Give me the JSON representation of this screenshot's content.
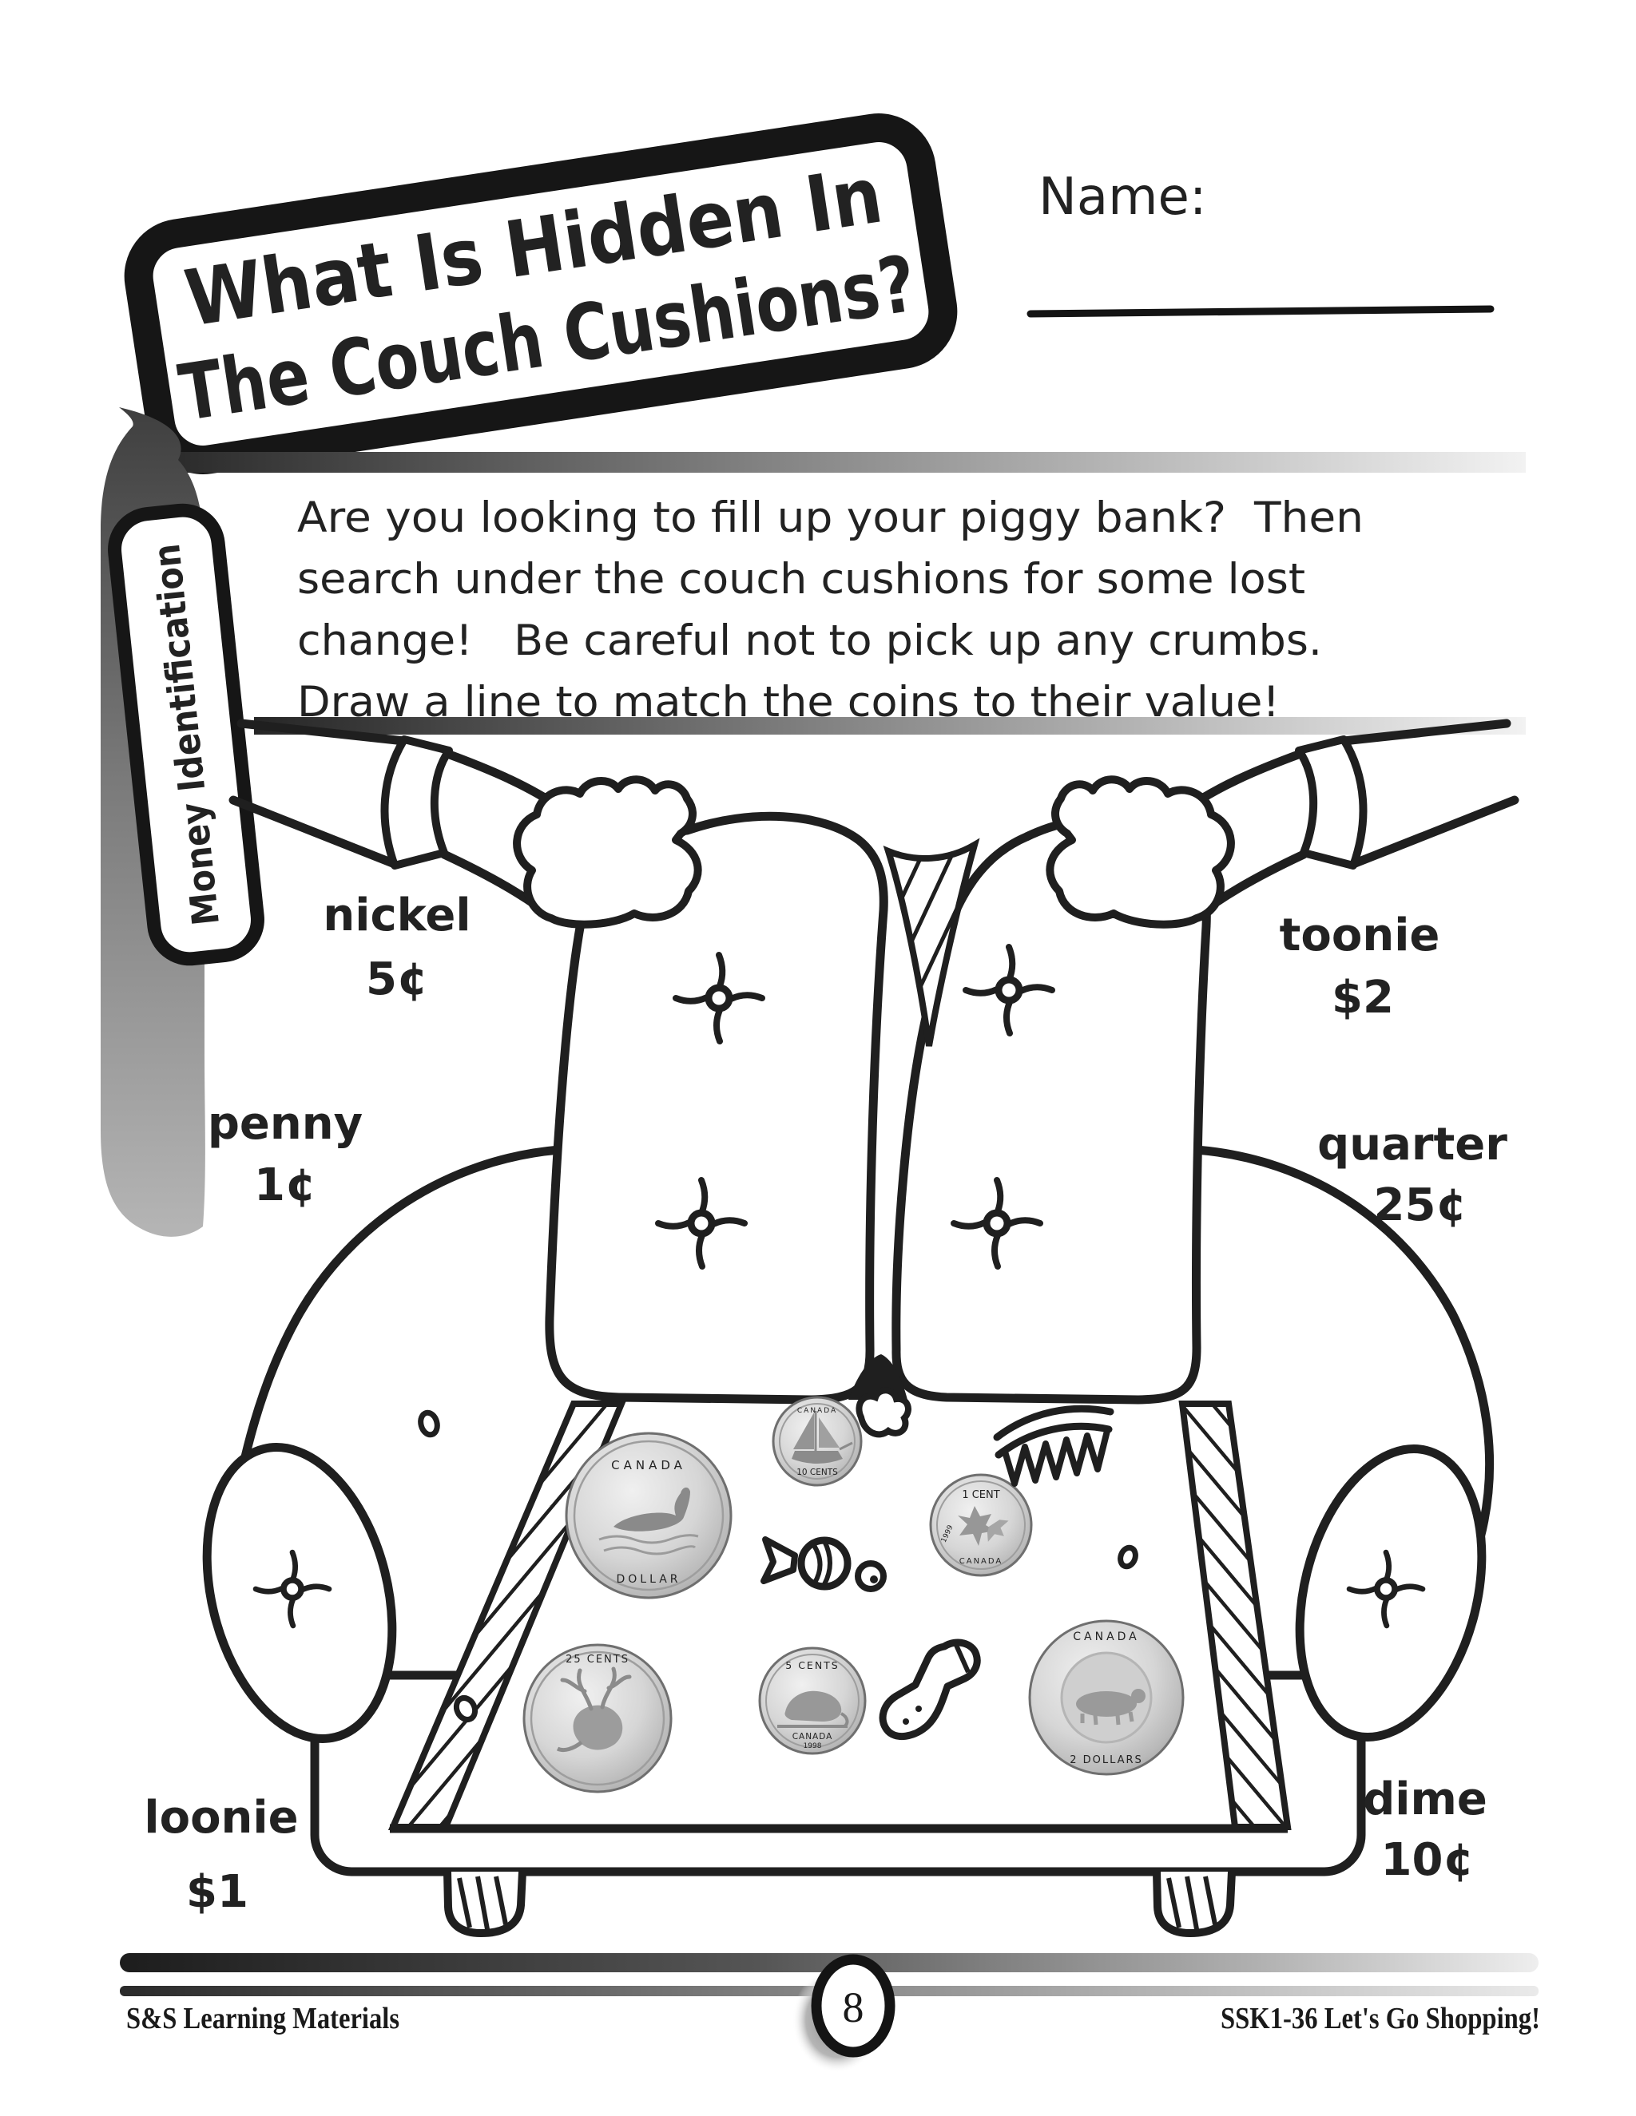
{
  "worksheet": {
    "title": [
      "What Is Hidden In",
      "The Couch Cushions?"
    ],
    "name_label": "Name:",
    "side_tab": "Money Identification",
    "instructions": [
      "Are you looking to fill up your piggy bank?  Then",
      "search under the couch cushions for some lost",
      "change!   Be careful not to pick up any crumbs.",
      "Draw a line to match the coins to their value!"
    ]
  },
  "labels": {
    "nickel": {
      "name": "nickel",
      "value": "5¢"
    },
    "toonie": {
      "name": "toonie",
      "value": "$2"
    },
    "penny": {
      "name": "penny",
      "value": "1¢"
    },
    "quarter": {
      "name": "quarter",
      "value": "25¢"
    },
    "loonie": {
      "name": "loonie",
      "value": "$1"
    },
    "dime": {
      "name": "dime",
      "value": "10¢"
    }
  },
  "coins": {
    "loonie": {
      "top": "CANADA",
      "bottom": "DOLLAR"
    },
    "dime": {
      "top": "CANADA",
      "bottom": "10 CENTS"
    },
    "penny": {
      "top": "1 CENT",
      "bottom": "CANADA",
      "year": "1999"
    },
    "quarter": {
      "top": "25 CENTS"
    },
    "nickel": {
      "top": "5 CENTS",
      "bottom": "CANADA",
      "year": "1998"
    },
    "toonie": {
      "top": "CANADA",
      "bottom": "2 DOLLARS"
    }
  },
  "footer": {
    "publisher": "S&S Learning Materials",
    "page_number": "8",
    "code": "SSK1-36 Let's Go Shopping!"
  },
  "colors": {
    "ink": "#1f1f1f",
    "bar_dark": "#262626",
    "bar_light": "#efefef",
    "ribbon_dark": "#454545",
    "ribbon_light": "#b2b2b2",
    "coin_face": "#d6d6d6",
    "coin_edge": "#6f6f6f"
  }
}
